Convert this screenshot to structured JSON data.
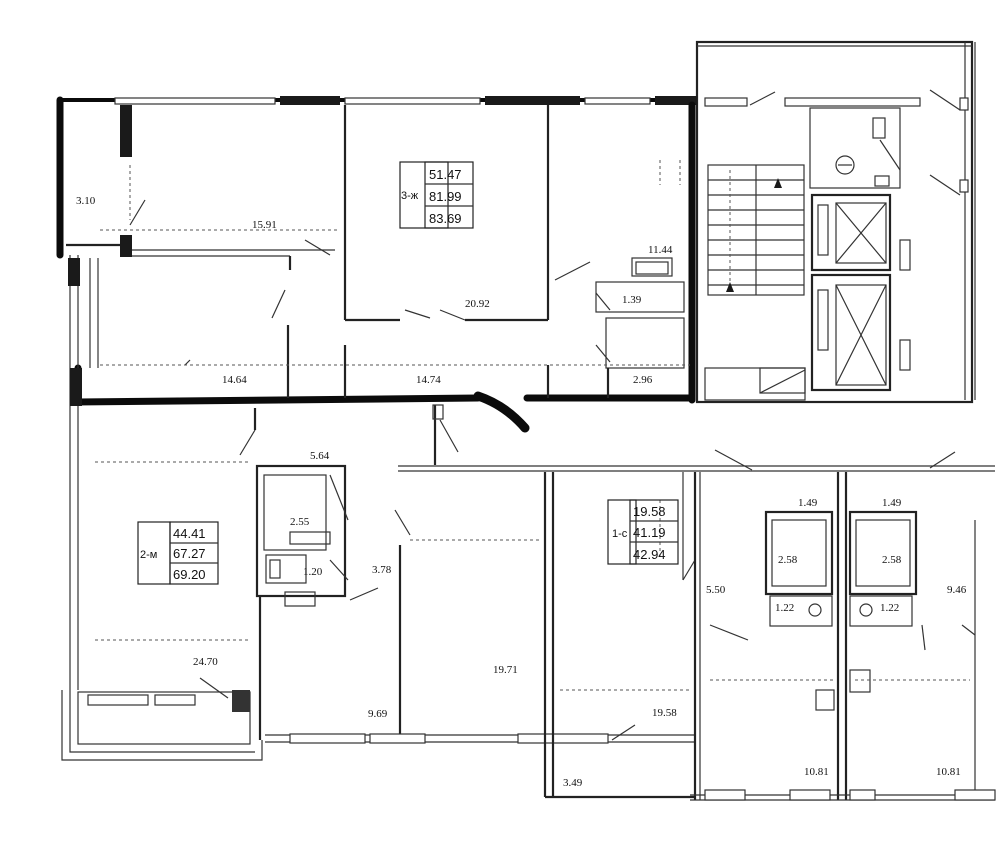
{
  "apartments": [
    {
      "id": "apt-3",
      "tag": "3-ж",
      "areas": [
        "51.47",
        "81.99",
        "83.69"
      ]
    },
    {
      "id": "apt-2",
      "tag": "2-м",
      "areas": [
        "44.41",
        "67.27",
        "69.20"
      ]
    },
    {
      "id": "apt-1",
      "tag": "1-с",
      "areas": [
        "19.58",
        "41.19",
        "42.94"
      ]
    }
  ],
  "rooms": [
    "15.91",
    "20.92",
    "11.44",
    "1.39",
    "14.64",
    "14.74",
    "2.96",
    "5.64",
    "2.55",
    "1.20",
    "3.78",
    "24.70",
    "9.69",
    "19.71",
    "19.58",
    "3.49",
    "5.50",
    "1.49",
    "2.58",
    "1.22",
    "1.49",
    "2.58",
    "1.22",
    "9.46",
    "10.81",
    "10.81",
    "3.10"
  ]
}
